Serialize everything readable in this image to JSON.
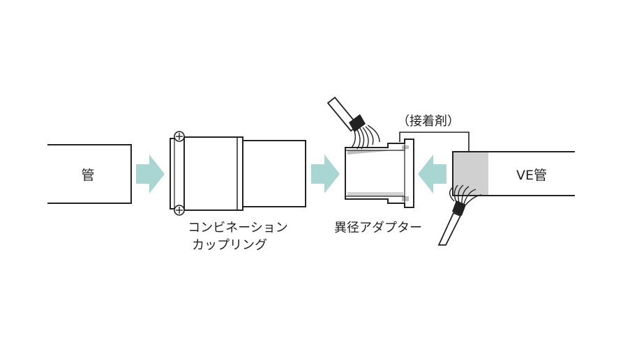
{
  "labels": {
    "pipe": "管",
    "coupling_line1": "コンビネーション",
    "coupling_line2": "カップリング",
    "adapter": "異径アダプター",
    "adhesive": "（接着剤）",
    "ve_pipe": "VE管"
  },
  "colors": {
    "arrow": "#a9d6d2",
    "line": "#222222",
    "adhesive_fill": "#d0d0d0",
    "inner_gray": "#bdbdbd"
  }
}
